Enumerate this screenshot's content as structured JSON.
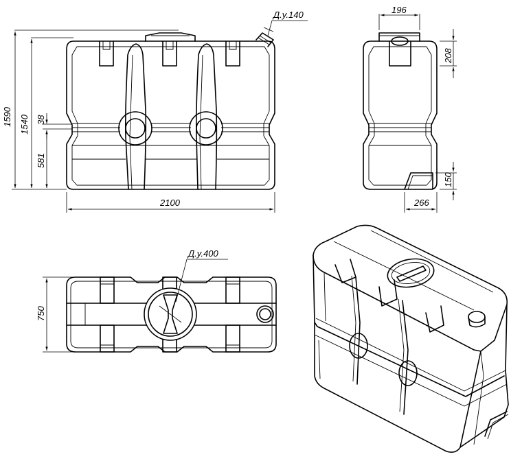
{
  "labels": {
    "du140": "Д.у.140",
    "du400": "Д.у.400",
    "h1590": "1590",
    "h1540": "1540",
    "h38": "38",
    "h581": "581",
    "w2100": "2100",
    "d196": "196",
    "d208": "208",
    "d150": "150",
    "d266": "266",
    "d750": "750"
  },
  "colors": {
    "line": "#000000",
    "background": "#ffffff"
  }
}
